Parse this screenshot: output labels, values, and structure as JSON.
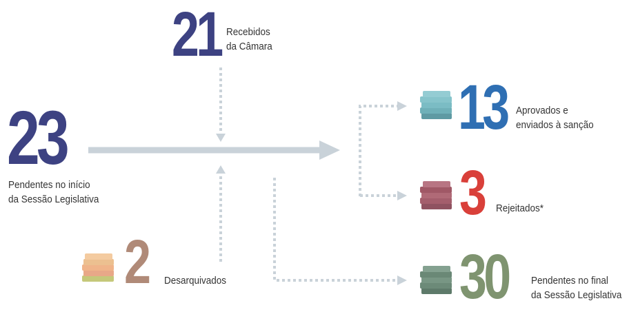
{
  "pendentes_inicio": {
    "value": "23",
    "line1": "Pendentes no início",
    "line2": "da Sessão Legislativa"
  },
  "recebidos": {
    "value": "21",
    "line1": "Recebidos",
    "line2": "da Câmara"
  },
  "desarquivados": {
    "value": "2",
    "label": "Desarquivados"
  },
  "aprovados": {
    "value": "13",
    "line1": "Aprovados e",
    "line2": "enviados à sanção"
  },
  "rejeitados": {
    "value": "3",
    "label": "Rejeitados*"
  },
  "pendentes_final": {
    "value": "30",
    "line1": "Pendentes no final",
    "line2": "da Sessão Legislativa"
  },
  "colors": {
    "navy": "#3d4282",
    "blue": "#2f6fb3",
    "red": "#d9403a",
    "tan": "#b08a78",
    "green": "#7f9470",
    "arrow": "#c9d2d9",
    "label": "#333333"
  },
  "icons": {
    "aprovados": "teal-book-stack-icon",
    "rejeitados": "maroon-book-stack-icon",
    "pendentes_final": "green-book-stack-icon",
    "desarquivados": "peach-book-stack-icon"
  }
}
